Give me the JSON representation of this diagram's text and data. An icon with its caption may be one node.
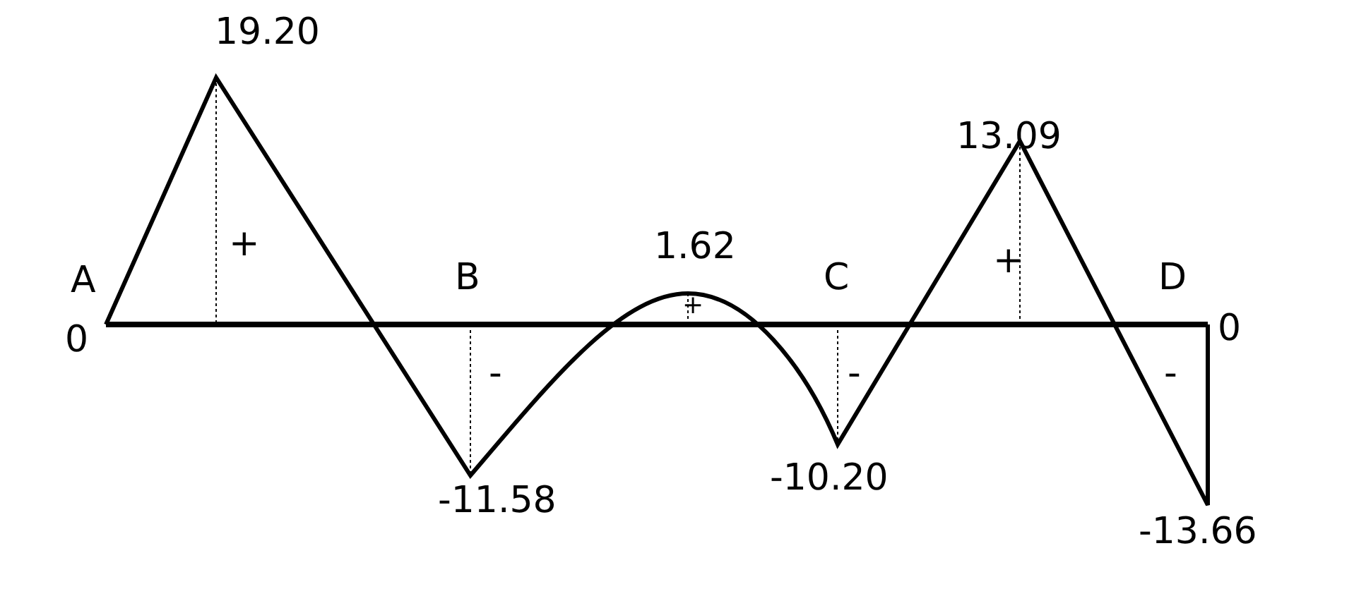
{
  "diagram": {
    "labels": [
      "19.20",
      "13.09",
      "A",
      "+",
      "B",
      "1.62",
      "C",
      "+",
      "D",
      "0",
      "+",
      "0",
      "-",
      "-",
      "-",
      "-11.58",
      "-10.20",
      "-13.66"
    ]
  }
}
